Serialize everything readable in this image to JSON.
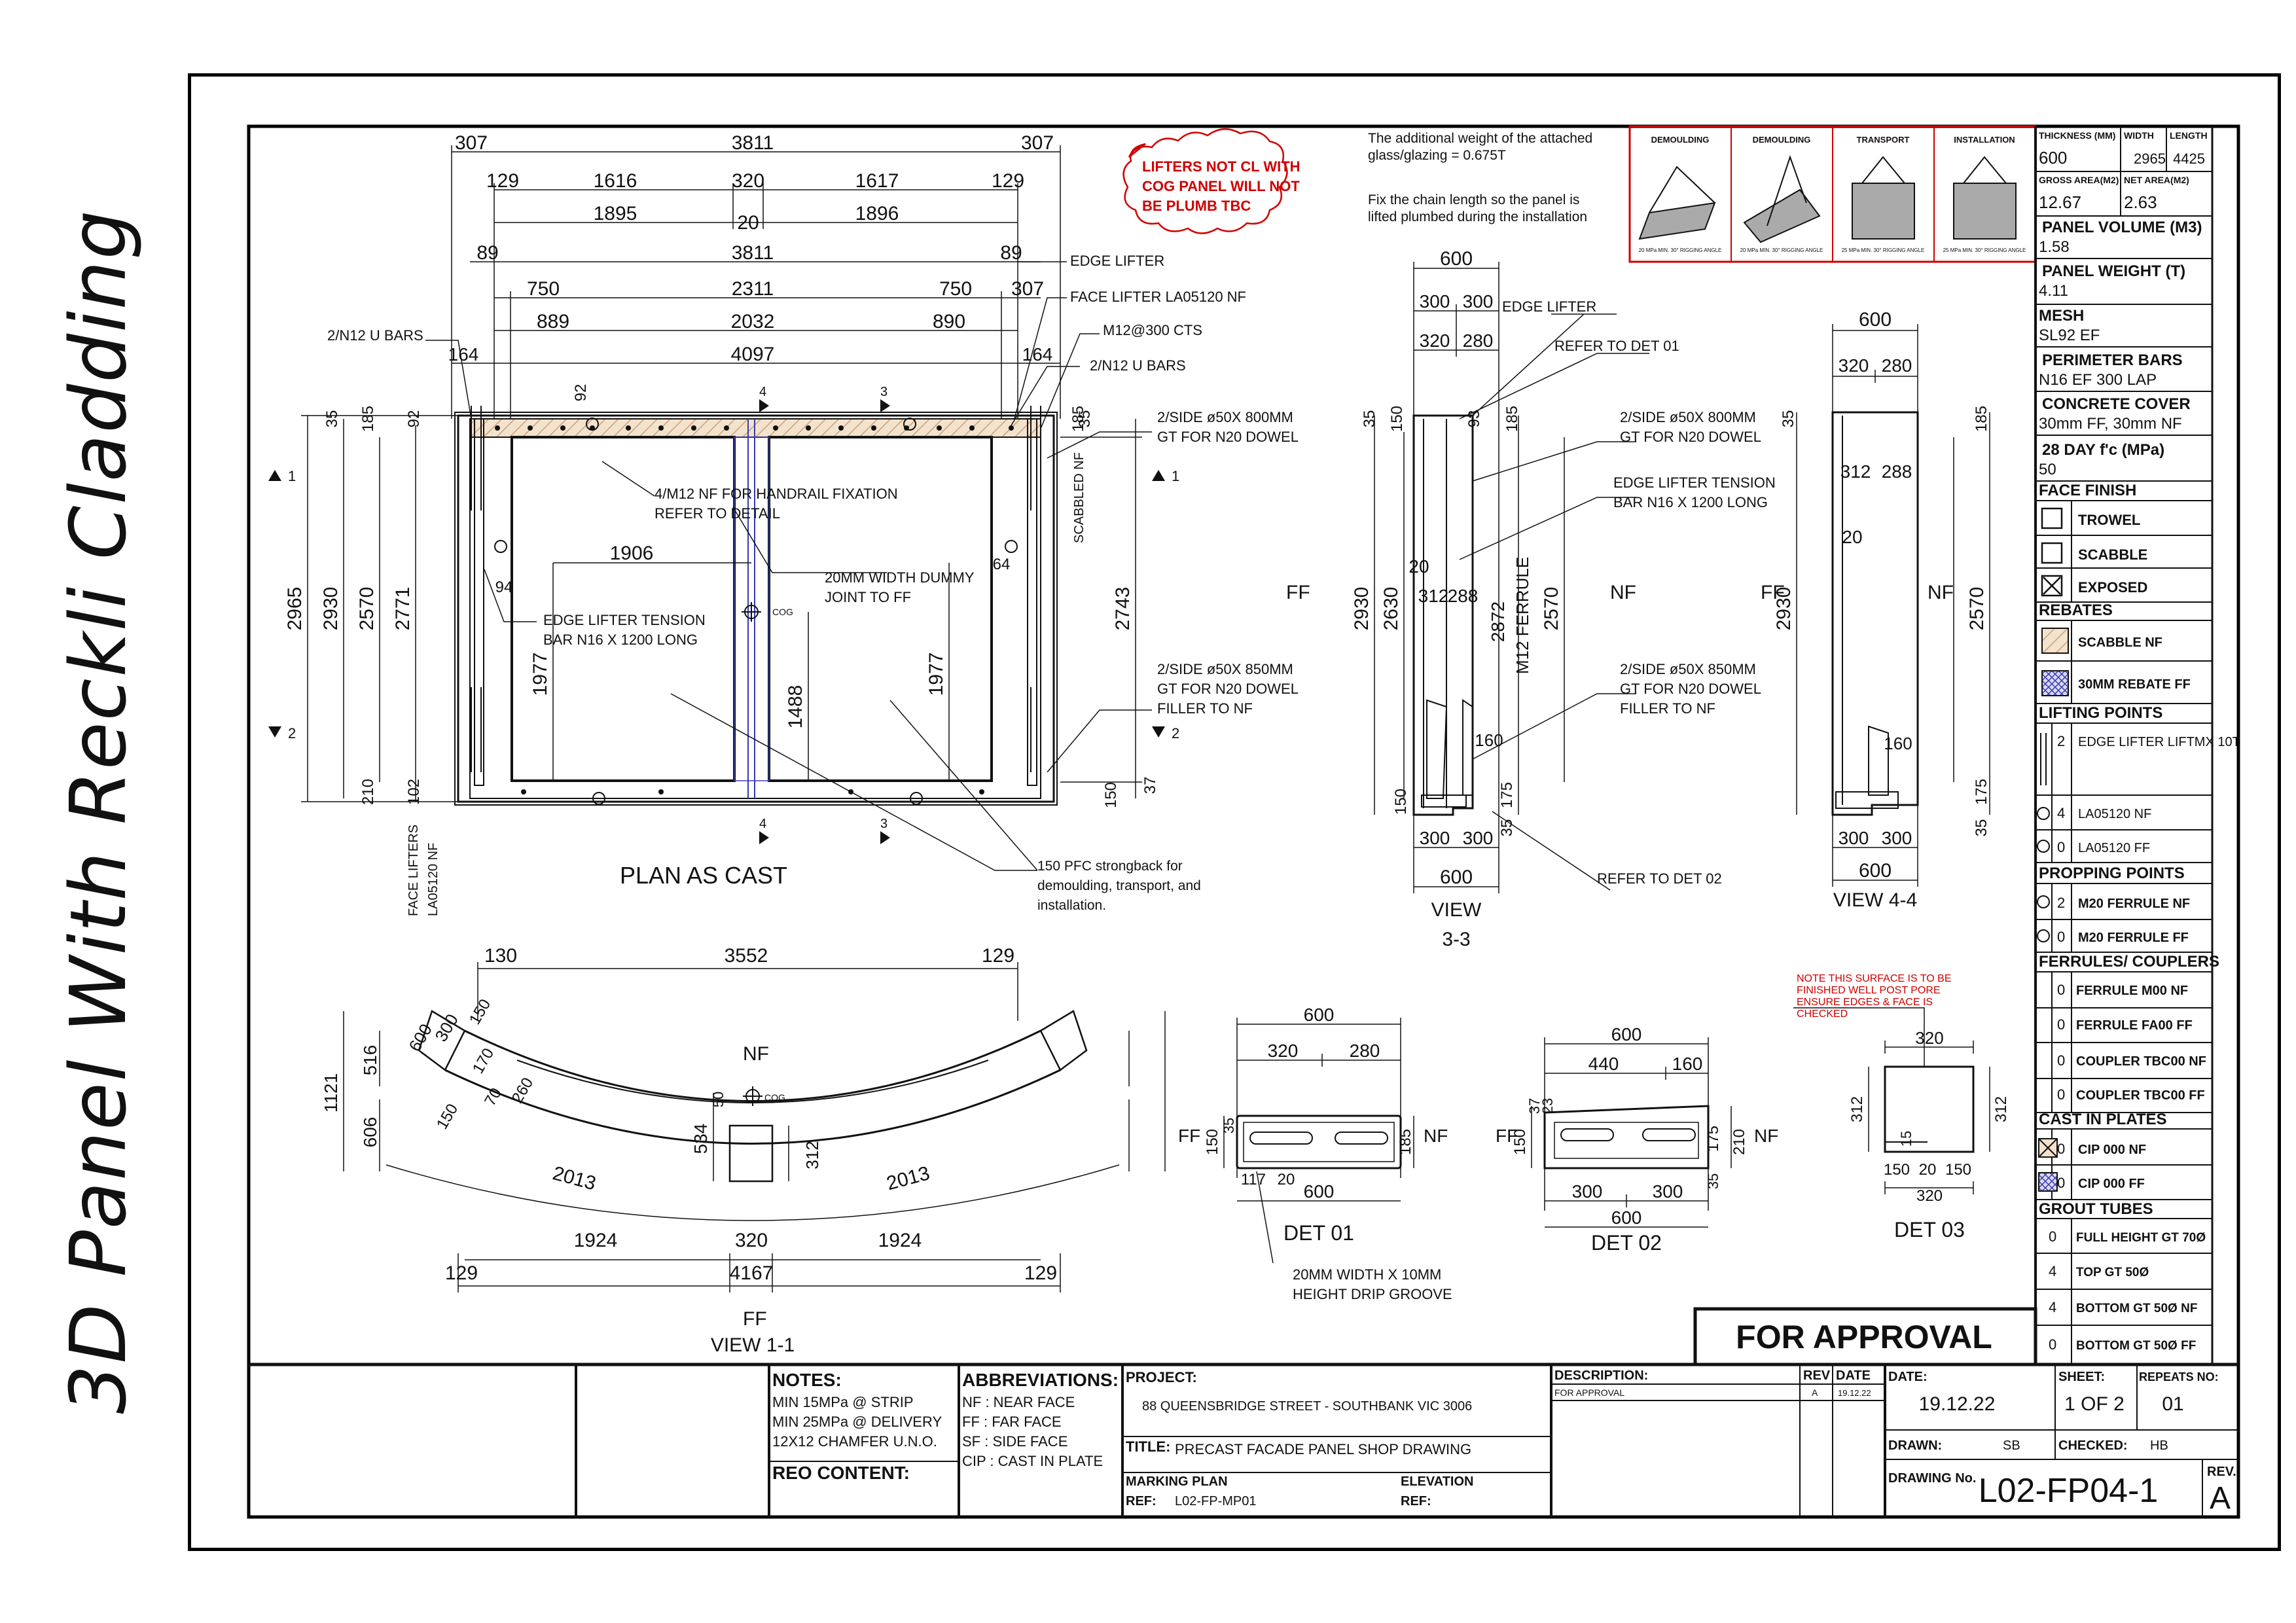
{
  "page_title": "3D Panel With Reckli Cladding",
  "red_note": [
    "LIFTERS NOT CL WITH",
    "COG PANEL WILL NOT",
    "BE PLUMB TBC"
  ],
  "top_notes": [
    "The additional weight of the attached",
    "glass/glazing = 0.675T",
    "Fix the chain length so the panel is",
    "lifted plumbed during the installation"
  ],
  "lifting_stages": [
    {
      "title": "DEMOULDING",
      "caption": "20 MPa MIN. 30° RIGGING ANGLE"
    },
    {
      "title": "DEMOULDING",
      "caption": "20 MPa MIN. 30° RIGGING ANGLE"
    },
    {
      "title": "TRANSPORT",
      "caption": "25 MPa MIN. 30° RIGGING ANGLE"
    },
    {
      "title": "INSTALLATION",
      "caption": "25 MPa MIN. 30° RIGGING ANGLE"
    }
  ],
  "specs": {
    "thickness_label": "THICKNESS (MM)",
    "thickness": "600",
    "width_label": "WIDTH",
    "width": "2965",
    "length_label": "LENGTH",
    "length": "4425",
    "gross_label": "GROSS AREA(M2)",
    "gross": "12.67",
    "net_label": "NET AREA(M2)",
    "net": "2.63",
    "volume_label": "PANEL VOLUME (M3)",
    "volume": "1.58",
    "weight_label": "PANEL WEIGHT (T)",
    "weight": "4.11",
    "mesh_label": "MESH",
    "mesh": "SL92 EF",
    "perimeter_label": "PERIMETER BARS",
    "perimeter": "N16 EF 300 LAP",
    "cover_label": "CONCRETE COVER",
    "cover": "30mm FF, 30mm NF",
    "fc_label": "28 DAY f'c (MPa)",
    "fc": "50",
    "finish_label": "FACE FINISH",
    "finishes": [
      "TROWEL",
      "SCABBLE",
      "EXPOSED"
    ],
    "rebates_label": "REBATES",
    "rebates": [
      "SCABBLE NF",
      "30MM REBATE FF"
    ],
    "lifting_label": "LIFTING POINTS",
    "lifting": [
      {
        "qty": "2",
        "text": "EDGE LIFTER LIFTMX 10T"
      },
      {
        "qty": "4",
        "text": "LA05120 NF"
      },
      {
        "qty": "0",
        "text": "LA05120 FF"
      }
    ],
    "propping_label": "PROPPING POINTS",
    "propping": [
      {
        "qty": "2",
        "text": "M20 FERRULE NF"
      },
      {
        "qty": "0",
        "text": "M20 FERRULE FF"
      }
    ],
    "ferrules_label": "FERRULES/ COUPLERS",
    "ferrules": [
      {
        "qty": "0",
        "text": "FERRULE M00 NF"
      },
      {
        "qty": "0",
        "text": "FERRULE FA00 FF"
      },
      {
        "qty": "0",
        "text": "COUPLER TBC00 NF"
      },
      {
        "qty": "0",
        "text": "COUPLER TBC00 FF"
      }
    ],
    "cip_label": "CAST IN PLATES",
    "cip": [
      {
        "qty": "0",
        "text": "CIP 000 NF"
      },
      {
        "qty": "0",
        "text": "CIP 000 FF"
      }
    ],
    "grout_label": "GROUT TUBES",
    "grout": [
      {
        "qty": "0",
        "text": "FULL HEIGHT GT 70Ø"
      },
      {
        "qty": "4",
        "text": "TOP GT 50Ø"
      },
      {
        "qty": "4",
        "text": "BOTTOM GT 50Ø NF"
      },
      {
        "qty": "0",
        "text": "BOTTOM GT 50Ø FF"
      }
    ]
  },
  "plan": {
    "title": "PLAN AS CAST",
    "top_dims": [
      {
        "a": "307",
        "b": "3811",
        "c": "307"
      },
      {
        "a": "129",
        "b": "1616",
        "c": "320",
        "d": "1617",
        "e": "129"
      },
      {
        "a": "1895",
        "b": "20",
        "c": "1896"
      },
      {
        "a": "89",
        "b": "3811",
        "c": "89"
      },
      {
        "a": "750",
        "b": "2311",
        "c": "750",
        "d": "307"
      },
      {
        "a": "889",
        "b": "2032",
        "c": "890"
      },
      {
        "a": "164",
        "b": "4097",
        "c": "164"
      }
    ],
    "left_dims": [
      "2965",
      "2930",
      "2570",
      "2771",
      "35",
      "185",
      "92",
      "210",
      "102",
      "92"
    ],
    "right_dims": [
      "35",
      "185",
      "2743",
      "150",
      "37"
    ],
    "inner_dims": [
      "1906",
      "1977",
      "1488",
      "1977",
      "94",
      "64"
    ],
    "callouts": [
      "EDGE LIFTER",
      "FACE LIFTER LA05120 NF",
      "M12@300 CTS",
      "2/N12 U BARS",
      "2/N12 U BARS",
      "2/SIDE ø50X 800MM",
      "GT FOR N20 DOWEL",
      "SCABBLED NF",
      "4/M12 NF FOR HANDRAIL FIXATION",
      "REFER TO DETAIL",
      "20MM WIDTH DUMMY",
      "JOINT TO FF",
      "EDGE LIFTER TENSION",
      "BAR N16 X 1200 LONG",
      "2/SIDE ø50X 850MM",
      "GT FOR N20 DOWEL",
      "FILLER TO NF",
      "150 PFC strongback for",
      "demoulding, transport, and",
      "installation.",
      "FACE LIFTERS",
      "LA05120 NF",
      "COG"
    ],
    "section_marks": [
      "1",
      "1",
      "2",
      "2",
      "4",
      "3",
      "4",
      "3"
    ]
  },
  "view33": {
    "title": "VIEW",
    "sub": "3-3",
    "dims": [
      "600",
      "300",
      "300",
      "320",
      "280",
      "35",
      "150",
      "2930",
      "2630",
      "20",
      "312",
      "288",
      "2872",
      "185",
      "93",
      "2570",
      "160",
      "150",
      "175",
      "35",
      "300",
      "300",
      "600"
    ],
    "labels": [
      "EDGE LIFTER",
      "REFER TO DET 01",
      "2/SIDE ø50X 800MM",
      "GT FOR N20 DOWEL",
      "EDGE LIFTER TENSION",
      "BAR N16 X 1200 LONG",
      "M12 FERRULE",
      "FF",
      "NF",
      "2/SIDE ø50X 850MM",
      "GT FOR N20 DOWEL",
      "FILLER TO NF",
      "REFER TO DET 02"
    ]
  },
  "view44": {
    "title": "VIEW 4-4",
    "dims": [
      "600",
      "320",
      "280",
      "35",
      "185",
      "312",
      "288",
      "20",
      "2930",
      "2570",
      "160",
      "175",
      "35",
      "300",
      "300",
      "600"
    ],
    "labels": [
      "FF",
      "NF"
    ]
  },
  "view11": {
    "title": "VIEW 1-1",
    "dims": [
      "130",
      "3552",
      "129",
      "600",
      "300",
      "150",
      "170",
      "260",
      "70",
      "516",
      "1121",
      "606",
      "150",
      "534",
      "50",
      "312",
      "2013",
      "2013",
      "1924",
      "320",
      "1924",
      "129",
      "4167",
      "129"
    ],
    "labels": [
      "NF",
      "FF",
      "COG"
    ]
  },
  "det01": {
    "title": "DET 01",
    "dims": [
      "600",
      "320",
      "280",
      "150",
      "35",
      "185",
      "117",
      "20",
      "600"
    ],
    "labels": [
      "FF",
      "NF",
      "20MM WIDTH X 10MM",
      "HEIGHT DRIP GROOVE"
    ]
  },
  "det02": {
    "title": "DET 02",
    "dims": [
      "600",
      "440",
      "160",
      "150",
      "37",
      "23",
      "175",
      "210",
      "35",
      "300",
      "300",
      "600"
    ],
    "labels": [
      "FF",
      "NF"
    ]
  },
  "det03": {
    "title": "DET 03",
    "dims": [
      "320",
      "312",
      "312",
      "15",
      "150",
      "20",
      "150",
      "320"
    ],
    "note": [
      "NOTE THIS SURFACE IS TO BE",
      "FINISHED WELL POST PORE",
      "ENSURE EDGES & FACE IS",
      "CHECKED"
    ]
  },
  "approval": "FOR APPROVAL",
  "title_block": {
    "notes_label": "NOTES:",
    "notes": [
      "MIN 15MPa @ STRIP",
      "MIN 25MPa @ DELIVERY",
      "12X12 CHAMFER U.N.O."
    ],
    "reo_label": "REO CONTENT:",
    "abbr_label": "ABBREVIATIONS:",
    "abbr": [
      "NF : NEAR FACE",
      "FF : FAR FACE",
      "SF : SIDE FACE",
      "CIP : CAST IN PLATE"
    ],
    "project_label": "PROJECT:",
    "project": "88 QUEENSBRIDGE STREET - SOUTHBANK VIC 3006",
    "title_label": "TITLE:",
    "title": "PRECAST FACADE PANEL SHOP DRAWING",
    "marking_label": "MARKING PLAN",
    "ref_label": "REF:",
    "marking_ref": "L02-FP-MP01",
    "elevation_label": "ELEVATION",
    "elev_ref_label": "REF:",
    "desc_label": "DESCRIPTION:",
    "desc": "FOR APPROVAL",
    "rev_label": "REV",
    "rev": "A",
    "date_label": "DATE",
    "date_small": "19.12.22",
    "date_big_label": "DATE:",
    "date": "19.12.22",
    "sheet_label": "SHEET:",
    "sheet": "1 OF 2",
    "repeats_label": "REPEATS NO:",
    "repeats": "01",
    "drawn_label": "DRAWN:",
    "drawn": "SB",
    "checked_label": "CHECKED:",
    "checked": "HB",
    "dwg_label": "DRAWING No.",
    "dwg": "L02-FP04-1",
    "rev2_label": "REV.",
    "rev2": "A"
  },
  "colors": {
    "line": "#111111",
    "red": "#d00000",
    "blue": "#3a3ab0",
    "hatch": "#c9a27c"
  }
}
